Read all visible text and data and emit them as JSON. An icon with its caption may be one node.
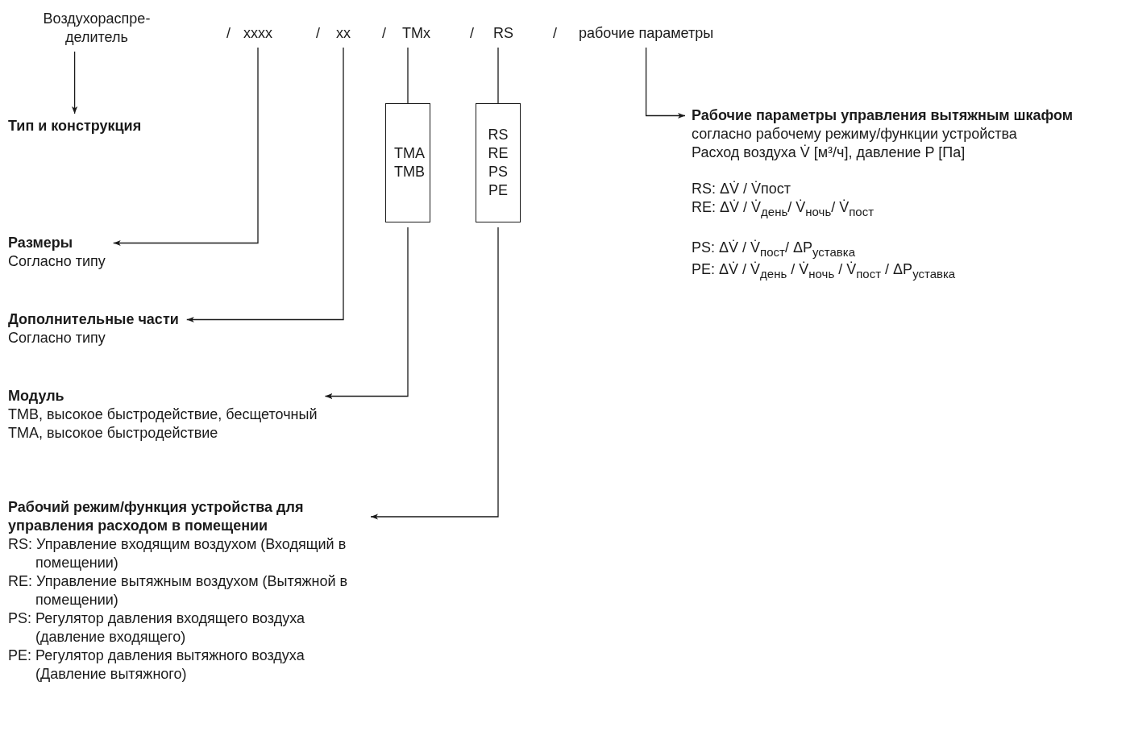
{
  "diagram": {
    "nodes": [
      {
        "text": [
          "Воздухораспре- делитель"
        ]
      },
      {
        "text": [
          "xxxx"
        ]
      },
      {
        "text": [
          "xx"
        ]
      },
      {
        "text": [
          "TMx"
        ]
      },
      {
        "text": [
          "RS"
        ]
      },
      {
        "text": [
          "рабочие параметры"
        ]
      },
      {
        "text": [
          "TMA TMB"
        ]
      },
      {
        "text": [
          "RS RE PS PE"
        ]
      },
      {
        "text": [
          "Тип и конструкция"
        ]
      },
      {
        "text": [
          "Размеры",
          "Согласно типу"
        ]
      },
      {
        "text": [
          "Дополнительные части",
          "Согласно типу"
        ]
      },
      {
        "text": [
          "Модуль",
          "TMB, высокое быстродействие, бесщеточный",
          "TMA, высокое быстродействие"
        ]
      },
      {
        "text": [
          "Рабочий режим/функция устройства для управления расходом в помещении",
          "RS: Управление входящим воздухом (Входящий в помещении)",
          "RE: Управление вытяжным воздухом (Вытяжной в помещении)",
          "PS: Регулятор давления входящего воздуха (давление входящего)",
          "PE: Регулятор давления вытяжного воздуха (Давление вытяжного)"
        ]
      },
      {
        "text": [
          "Рабочие параметры управления вытяжным шкафом",
          "согласно рабочему режиму/функции устройства",
          "Расход воздуха V̇ [м³/ч], давление P [Па]",
          "RS: ΔV̇ / V̇пост",
          "RE: ΔV̇ / V̇$_{день}$/ V̇$_{ночь}$/ V̇$_{пост}$",
          "PS: ΔV̇ / V̇$_{пост}$/ ΔP$_{уставка}$",
          "PE: ΔV̇ / V̇$_{день}$ / V̇$_{ночь}$ / V̇$_{пост}$ / ΔP$_{уставка}$"
        ]
      }
    ],
    "edges": [
      {
        "from": 0,
        "to": 8,
        "arrow": "to"
      },
      {
        "from": 1,
        "to": 9,
        "arrow": "to"
      },
      {
        "from": 2,
        "to": 10,
        "arrow": "to"
      },
      {
        "from": 3,
        "to": 6,
        "arrow": "none"
      },
      {
        "from": 6,
        "to": 11,
        "arrow": "to"
      },
      {
        "from": 4,
        "to": 7,
        "arrow": "none"
      },
      {
        "from": 7,
        "to": 12,
        "arrow": "to"
      },
      {
        "from": 5,
        "to": 13,
        "arrow": "to"
      }
    ],
    "labels": [
      "/",
      "/",
      "/",
      "/",
      "/"
    ]
  }
}
